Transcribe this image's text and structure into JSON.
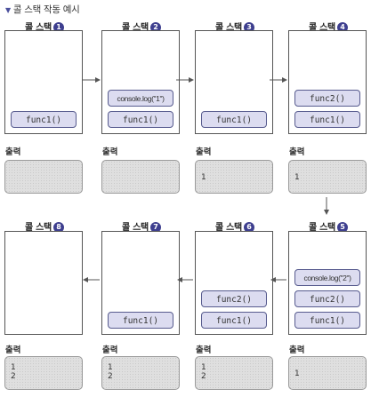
{
  "header": {
    "title": "콜 스택 작동 예시"
  },
  "output_label": "출력",
  "stacks": [
    {
      "title": "콜 스택",
      "num": "1",
      "frames": [
        "func1()"
      ],
      "output": ""
    },
    {
      "title": "콜 스택",
      "num": "2",
      "frames": [
        "func1()",
        "console.log(\"1\")"
      ],
      "output": ""
    },
    {
      "title": "콜 스택",
      "num": "3",
      "frames": [
        "func1()"
      ],
      "output": "1"
    },
    {
      "title": "콜 스택",
      "num": "4",
      "frames": [
        "func1()",
        "func2()"
      ],
      "output": "1"
    },
    {
      "title": "콜 스택",
      "num": "5",
      "frames": [
        "func1()",
        "func2()",
        "console.log(\"2\")"
      ],
      "output": "1"
    },
    {
      "title": "콜 스택",
      "num": "6",
      "frames": [
        "func1()",
        "func2()"
      ],
      "output": "1\n2"
    },
    {
      "title": "콜 스택",
      "num": "7",
      "frames": [
        "func1()"
      ],
      "output": "1\n2"
    },
    {
      "title": "콜 스택",
      "num": "8",
      "frames": [],
      "output": "1\n2"
    }
  ],
  "colors": {
    "frame_fill": "#dcdcf0",
    "frame_border": "#575b8e",
    "badge": "#3e3f8f"
  }
}
